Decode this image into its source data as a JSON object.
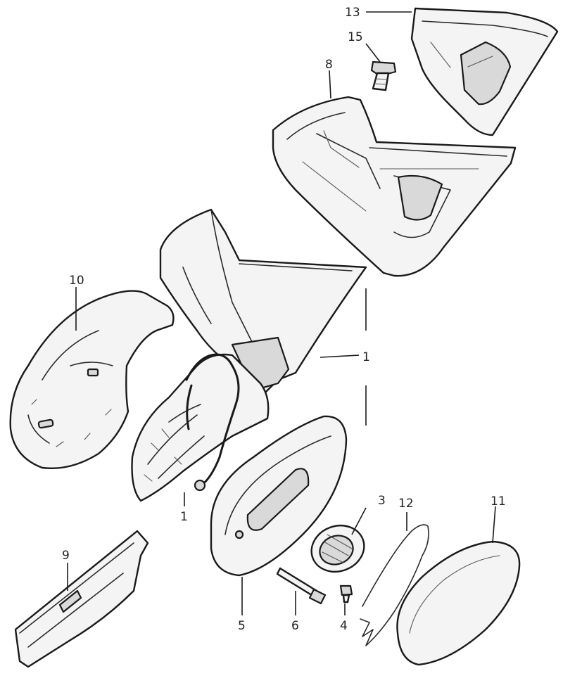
{
  "callouts": {
    "c13": "13",
    "c15": "15",
    "c8": "8",
    "c10": "10",
    "c1a": "1",
    "c1b": "1",
    "c3": "3",
    "c12": "12",
    "c11": "11",
    "c9": "9",
    "c5": "5",
    "c6": "6",
    "c4": "4"
  }
}
